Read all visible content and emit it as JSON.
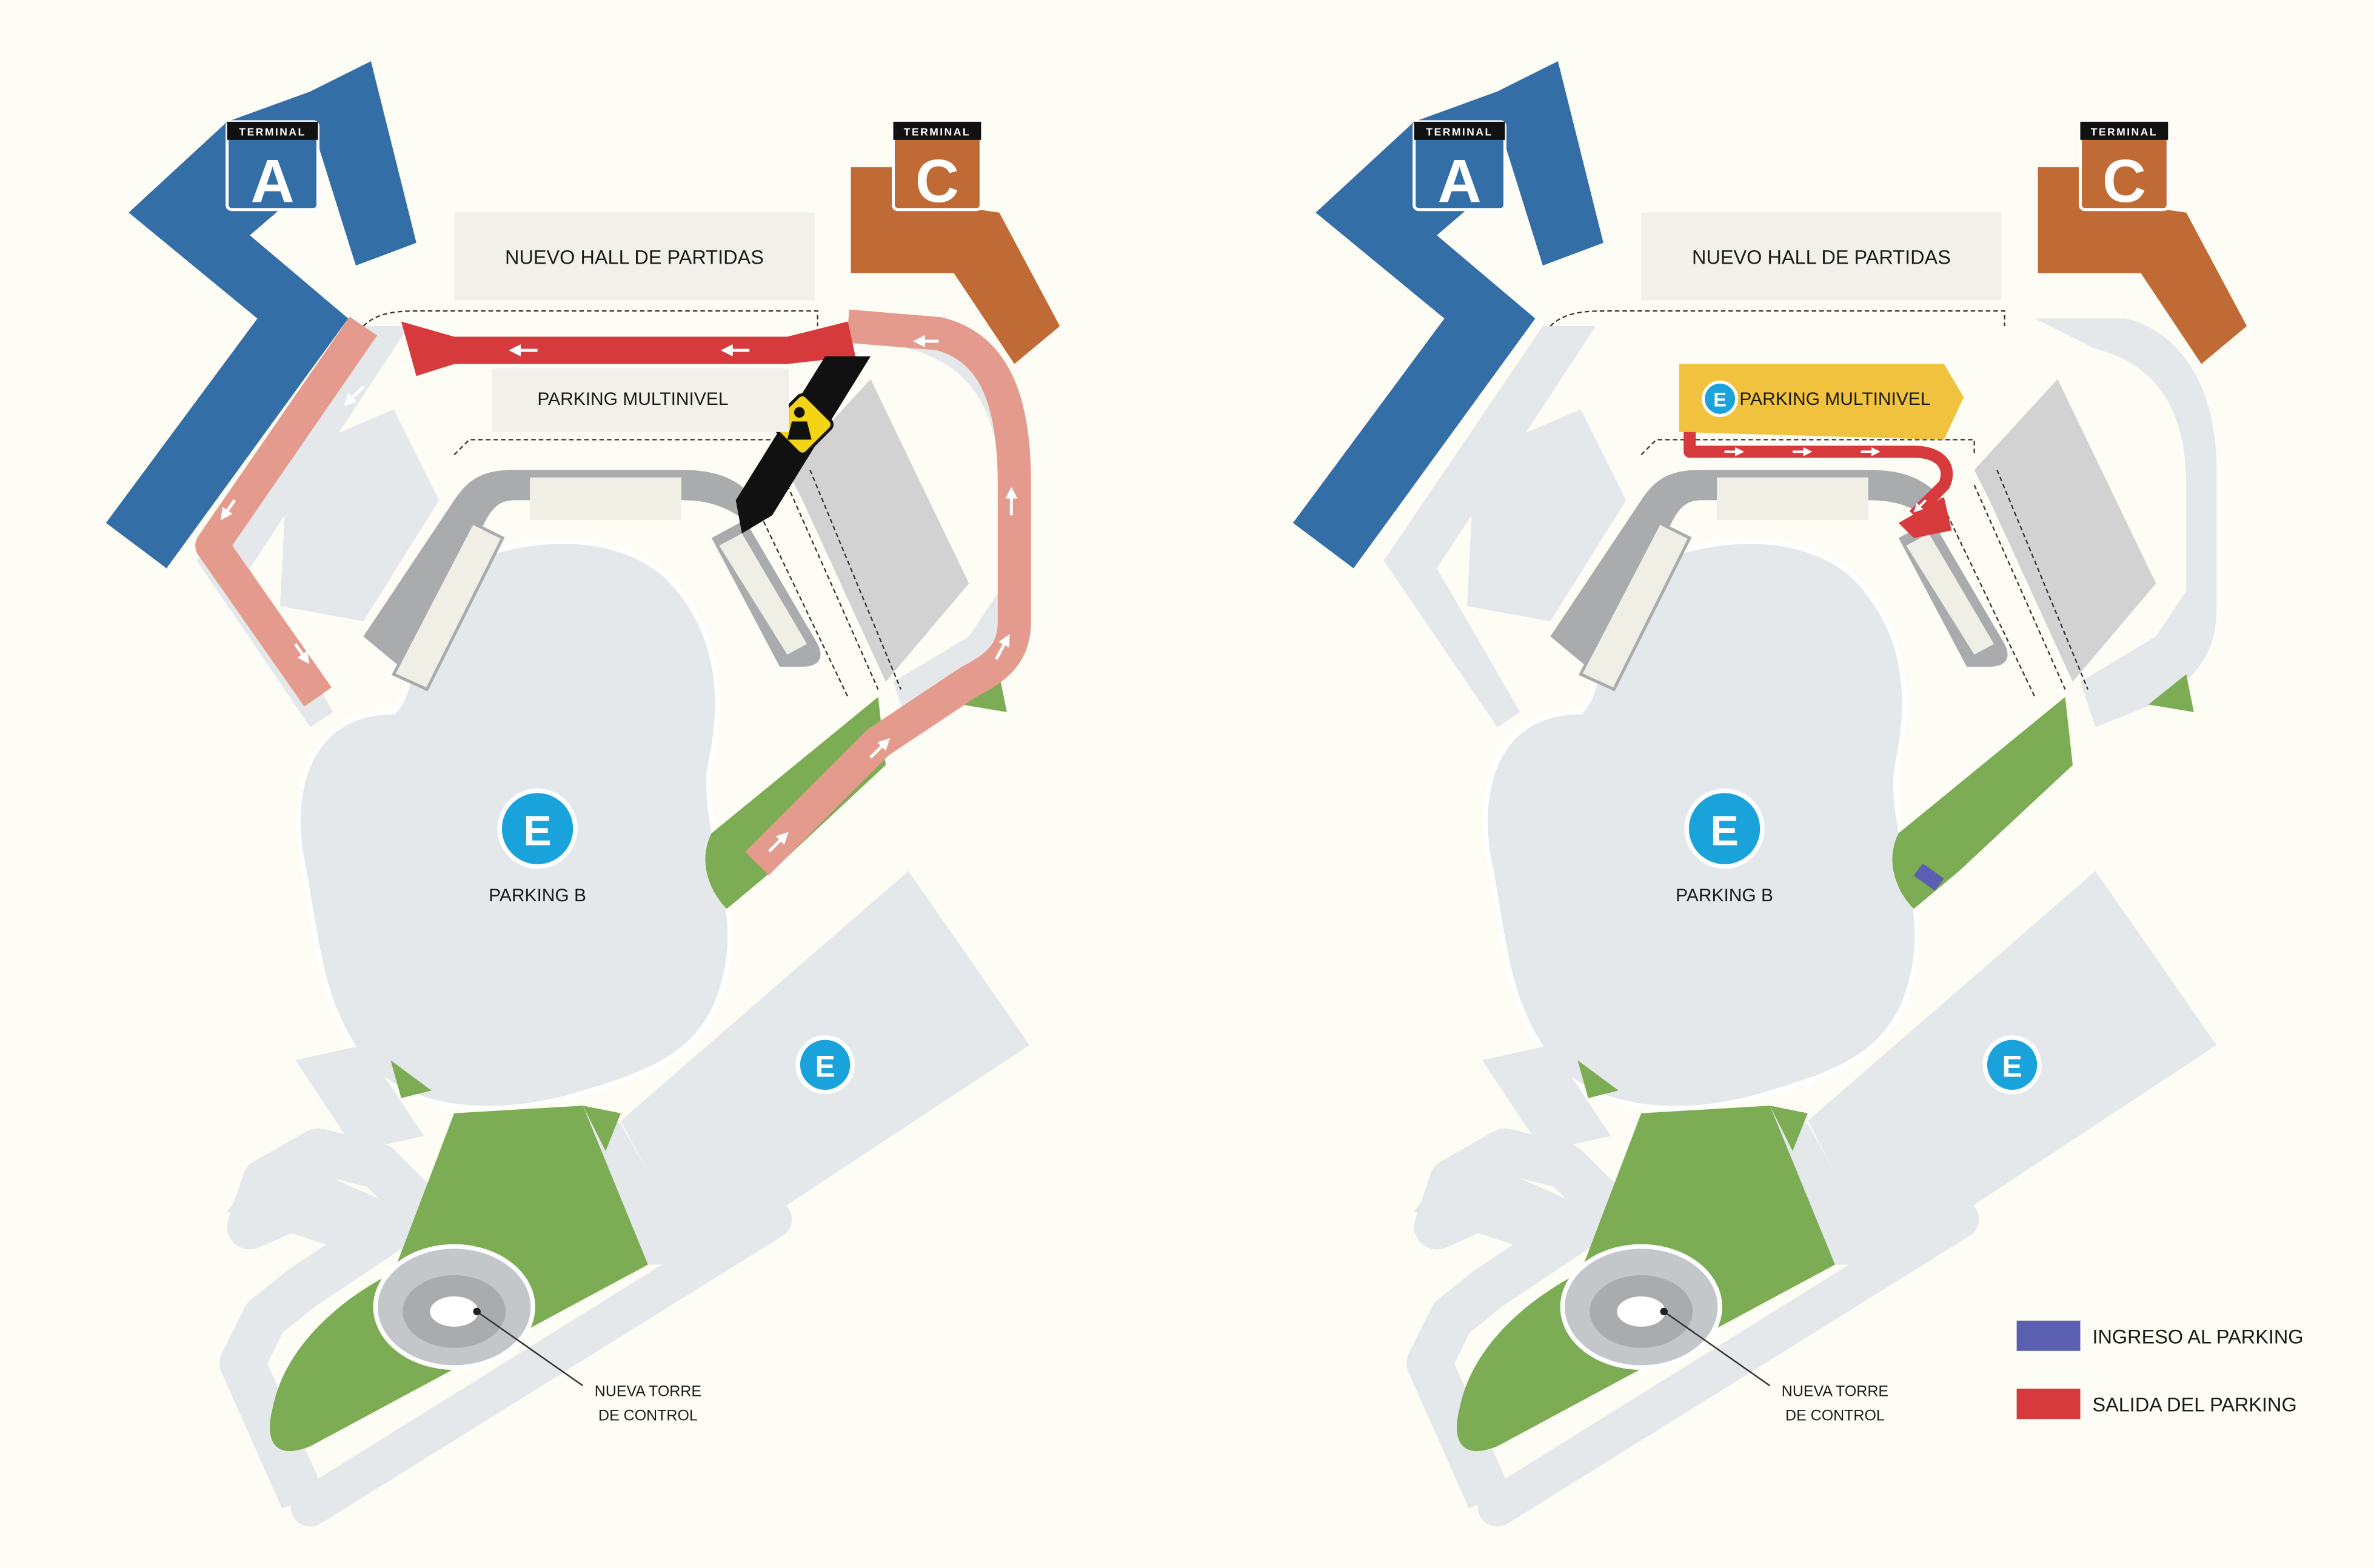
{
  "colors": {
    "background": "#fdfcf5",
    "terminal_a": "#336ea6",
    "terminal_c": "#c06a35",
    "road": "#e4e8ea",
    "garage": "#d2d2d2",
    "green_area": "#7cac53",
    "closed_route": "#e49b8d",
    "closed_route_main": "#d63a3c",
    "works_band": "#111111",
    "works_sign": "#f5d315",
    "parking_multinivel_highlight": "#f1c23e",
    "parking_icon": "#1aa3db",
    "entry_route": "#5a5fb1",
    "exit_route": "#d63a3c"
  },
  "map_before": {
    "terminal_a": {
      "caption": "TERMINAL",
      "letter": "A"
    },
    "terminal_c": {
      "caption": "TERMINAL",
      "letter": "C"
    },
    "hall_label": "NUEVO HALL DE PARTIDAS",
    "parking_multinivel_label": "PARKING MULTINIVEL",
    "parking_b_label": "PARKING B",
    "parking_icon_letter": "E",
    "tower_label_line1": "NUEVA TORRE",
    "tower_label_line2": "DE CONTROL",
    "works_icon": "construction-worker-icon"
  },
  "map_after": {
    "terminal_a": {
      "caption": "TERMINAL",
      "letter": "A"
    },
    "terminal_c": {
      "caption": "TERMINAL",
      "letter": "C"
    },
    "hall_label": "NUEVO HALL DE PARTIDAS",
    "parking_multinivel_label": "PARKING MULTINIVEL",
    "parking_b_label": "PARKING B",
    "parking_icon_letter": "E",
    "tower_label_line1": "NUEVA TORRE",
    "tower_label_line2": "DE CONTROL"
  },
  "legend": [
    {
      "label": "INGRESO AL PARKING",
      "color": "#5a5fb1"
    },
    {
      "label": "SALIDA DEL PARKING",
      "color": "#d63a3c"
    }
  ]
}
